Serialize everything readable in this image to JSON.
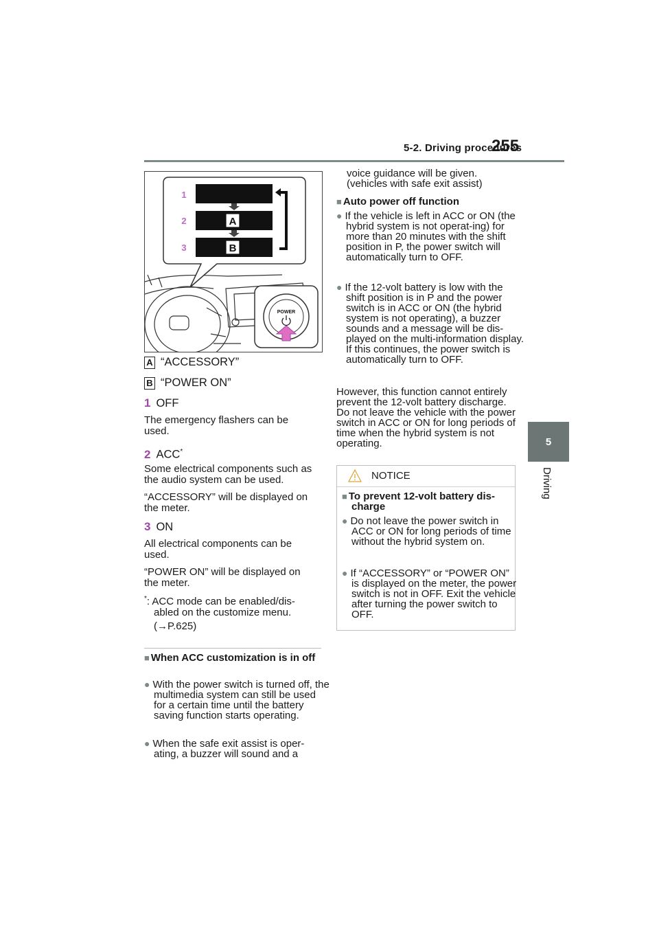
{
  "header": {
    "section": "5-2. Driving procedures",
    "page_number": "255"
  },
  "side_tab": {
    "number": "5",
    "label": "Driving"
  },
  "figure": {
    "steps": [
      "1",
      "2",
      "3"
    ],
    "markers": [
      "A",
      "B"
    ],
    "power_button_label": "POWER"
  },
  "left_col": {
    "legend_a_box": "A",
    "legend_a": "“ACCESSORY”",
    "legend_b_box": "B",
    "legend_b": "“POWER ON”",
    "step1_num": "1",
    "step1_title": "OFF",
    "step1_text": "The emergency flashers can be used.",
    "step2_num": "2",
    "step2_title": "ACC",
    "step2_sup": "*",
    "step2_text1": "Some electrical components such as the audio system can be used.",
    "step2_text2": "“ACCESSORY” will be displayed on the meter.",
    "step3_num": "3",
    "step3_title": "ON",
    "step3_text1": "All electrical components can be used.",
    "step3_text2": "“POWER ON” will be displayed on the meter.",
    "footnote_mark": "*",
    "footnote_text": ": ACC mode can be enabled/dis-abled on the customize menu.",
    "footnote_ref": "(→P.625)",
    "acc_custom_heading": "When ACC customization is in off",
    "acc_custom_bullet1": "With the power switch is turned off, the multimedia system can still be used for a certain time until the battery saving function starts operating.",
    "acc_custom_bullet2": "When the safe exit assist is oper-ating, a buzzer will sound and a"
  },
  "right_col": {
    "continuation": "voice guidance will be given. (vehicles with safe exit assist)",
    "auto_off_heading": "Auto power off function",
    "auto_off_bullet1": "If the vehicle is left in ACC or ON (the hybrid system is not operat-ing) for more than 20 minutes with the shift position in P, the power switch will automatically turn to OFF.",
    "auto_off_bullet2": "If the 12-volt battery is low with the shift position is in P and the power switch is in ACC or ON (the hybrid system is not operating), a buzzer sounds and a message will be dis-played on the multi-information display. If this continues, the power switch is automatically turn to OFF.",
    "however_text": "However, this function cannot entirely prevent the 12-volt battery discharge. Do not leave the vehicle with the power switch in ACC or ON for long periods of time when the hybrid system is not operating."
  },
  "notice": {
    "title": "NOTICE",
    "heading": "To prevent 12-volt battery dis-charge",
    "bullet1": "Do not leave the power switch in ACC or ON for long periods of time without the hybrid system on.",
    "bullet2": "If “ACCESSORY” or “POWER ON” is displayed on the meter, the power switch is not in OFF. Exit the vehicle after turning the power switch to OFF."
  },
  "colors": {
    "accent_purple": "#a046a8",
    "tab_gray": "#6c7674",
    "rule_gray": "#7d8a86",
    "bullet_gray": "#7d8a86"
  },
  "icons": [
    "warning-triangle-icon",
    "bullet-circle-icon",
    "square-bullet-icon",
    "power-button-icon",
    "down-arrow-icon"
  ]
}
